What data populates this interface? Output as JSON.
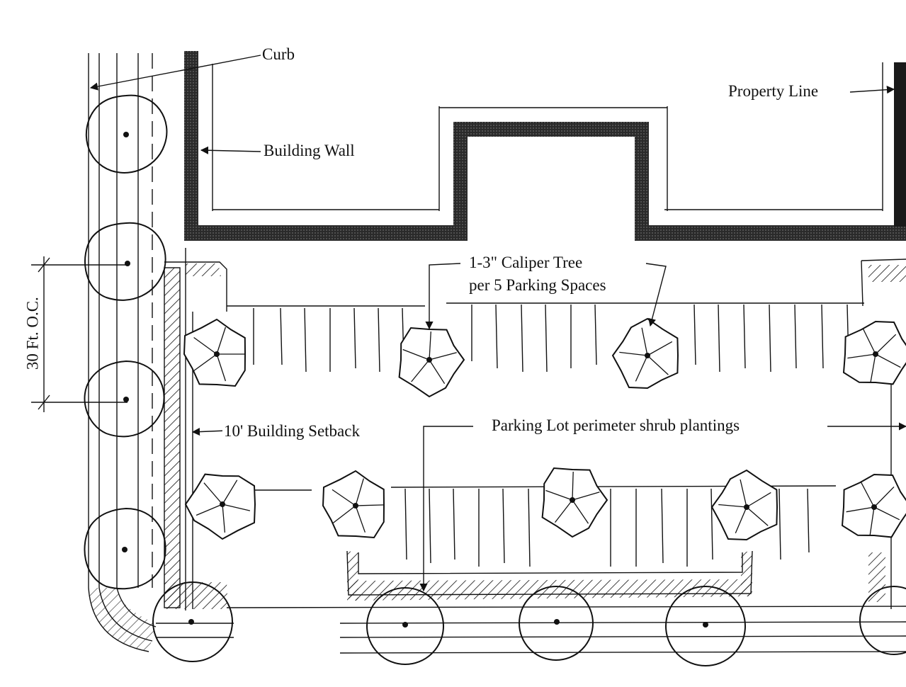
{
  "labels": {
    "curb": "Curb",
    "building_wall": "Building Wall",
    "property_line": "Property Line",
    "caliper_line1": "1-3\" Caliper Tree",
    "caliper_line2": "per 5 Parking Spaces",
    "setback": "10' Building Setback",
    "perimeter": "Parking Lot perimeter shrub plantings",
    "spacing": "30 Ft. O.C."
  },
  "colors": {
    "ink": "#111111",
    "wall": "#1a1a1a",
    "paper": "#ffffff"
  }
}
